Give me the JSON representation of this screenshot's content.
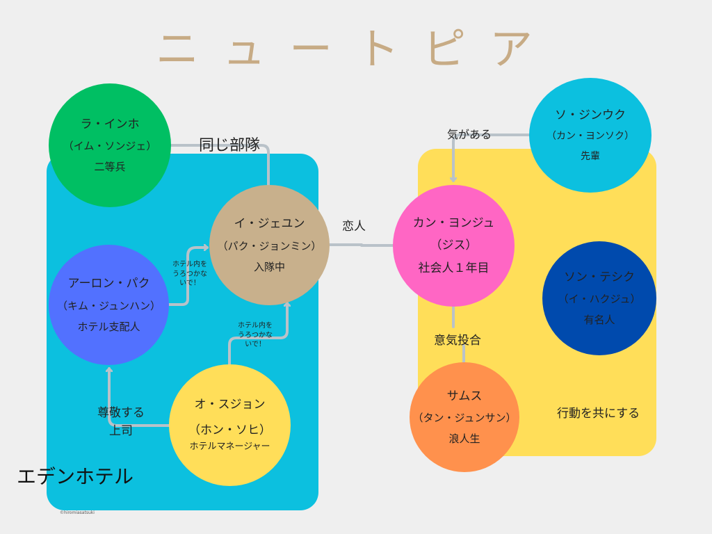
{
  "title": "ニュートピア",
  "regions": {
    "hotel": {
      "label": "エデンホテル",
      "color": "#0cc0df"
    },
    "group": {
      "label": "行動を共にする",
      "color": "#ffde59"
    }
  },
  "nodes": {
    "ra_inho": {
      "name": "ラ・インホ",
      "actor": "（イム・ソンジェ）",
      "role": "二等兵",
      "color": "#00bf63"
    },
    "i_jeyun": {
      "name": "イ・ジェユン",
      "actor": "（パク・ジョンミン）",
      "role": "入隊中",
      "color": "#c8b08c"
    },
    "aaron_park": {
      "name": "アーロン・パク",
      "actor": "（キム・ジュンハン）",
      "role": "ホテル支配人",
      "color": "#5271ff"
    },
    "o_sujon": {
      "name": "オ・スジョン",
      "actor": "（ホン・ソヒ）",
      "role": "ホテルマネージャー",
      "color": "#ffde59"
    },
    "kan_yonju": {
      "name": "カン・ヨンジュ",
      "actor": "（ジス）",
      "role": "社会人１年目",
      "color": "#ff66c4"
    },
    "so_jinuku": {
      "name": "ソ・ジンウク",
      "actor": "（カン・ヨンソク）",
      "role": "先輩",
      "color": "#0cc0df"
    },
    "son_teshiku": {
      "name": "ソン・テシク",
      "actor": "（イ・ハクジュ）",
      "role": "有名人",
      "color": "#004aad"
    },
    "samusu": {
      "name": "サムス",
      "actor": "（タン・ジュンサン）",
      "role": "浪人生",
      "color": "#ff914d"
    }
  },
  "relations": {
    "same_unit": "同じ部隊",
    "lovers": "恋人",
    "interested": "気がある",
    "get_along": "意気投合",
    "respected_boss": [
      "尊敬する",
      "上司"
    ],
    "hotel_note_1": [
      "ホテル内を",
      "うろつかな",
      "いで！"
    ],
    "hotel_note_2": [
      "ホテル内を",
      "うろつかな",
      "いで！"
    ]
  },
  "credit": "©hiromiasatsuki",
  "colors": {
    "connector": "#b9c2c9",
    "title": "#c7ab85",
    "background": "#efefef"
  }
}
